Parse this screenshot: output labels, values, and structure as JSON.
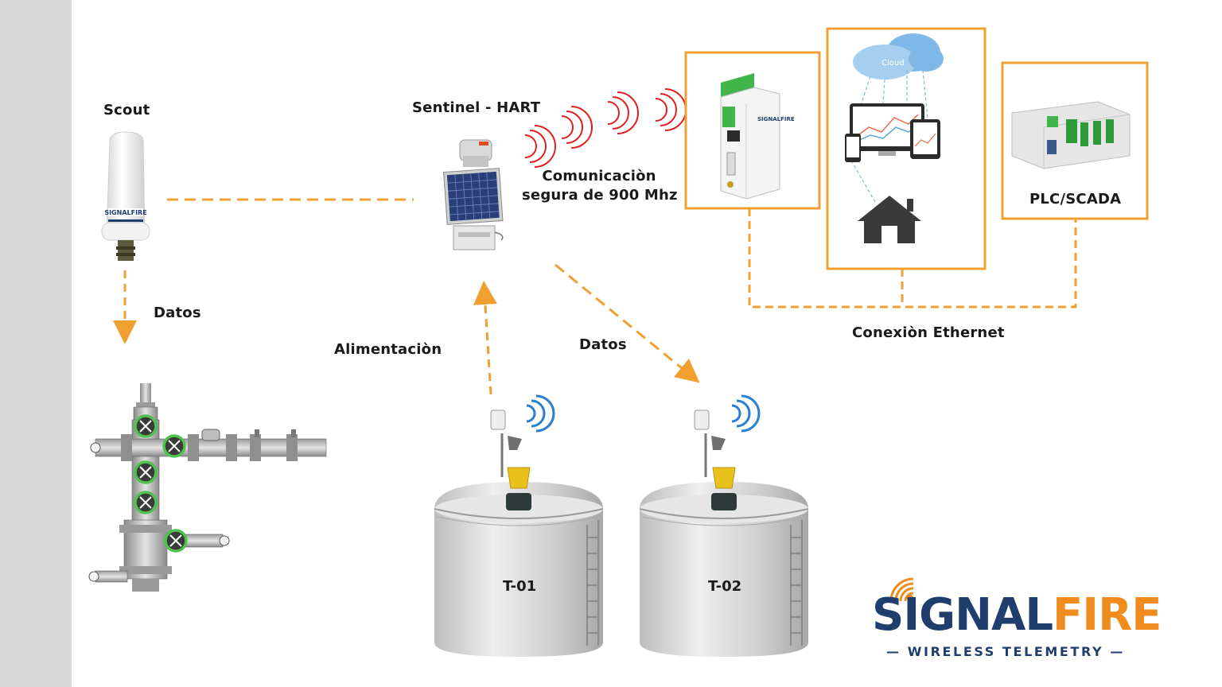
{
  "labels": {
    "scout": "Scout",
    "sentinel": "Sentinel - HART",
    "comm_line1": "Comunicaciòn",
    "comm_line2": "segura de 900 Mhz",
    "plc": "PLC/SCADA",
    "ethernet": "Conexiòn Ethernet",
    "datos_left": "Datos",
    "datos_right": "Datos",
    "power": "Alimentaciòn",
    "cloud": "Cloud"
  },
  "tanks": [
    {
      "id": "T-01"
    },
    {
      "id": "T-02"
    }
  ],
  "scout_brand": "SIGNALFIRE",
  "logo": {
    "signal": "SIGNAL",
    "fire": "FIRE",
    "tagline": "— WIRELESS TELEMETRY —"
  },
  "colors": {
    "accent": "#f0a030",
    "wave_red": "#e02020",
    "wave_blue": "#2a7fd0",
    "sidebar": "#d8d8d8",
    "brand_navy": "#1f3e6e",
    "brand_orange": "#f08c1e"
  }
}
